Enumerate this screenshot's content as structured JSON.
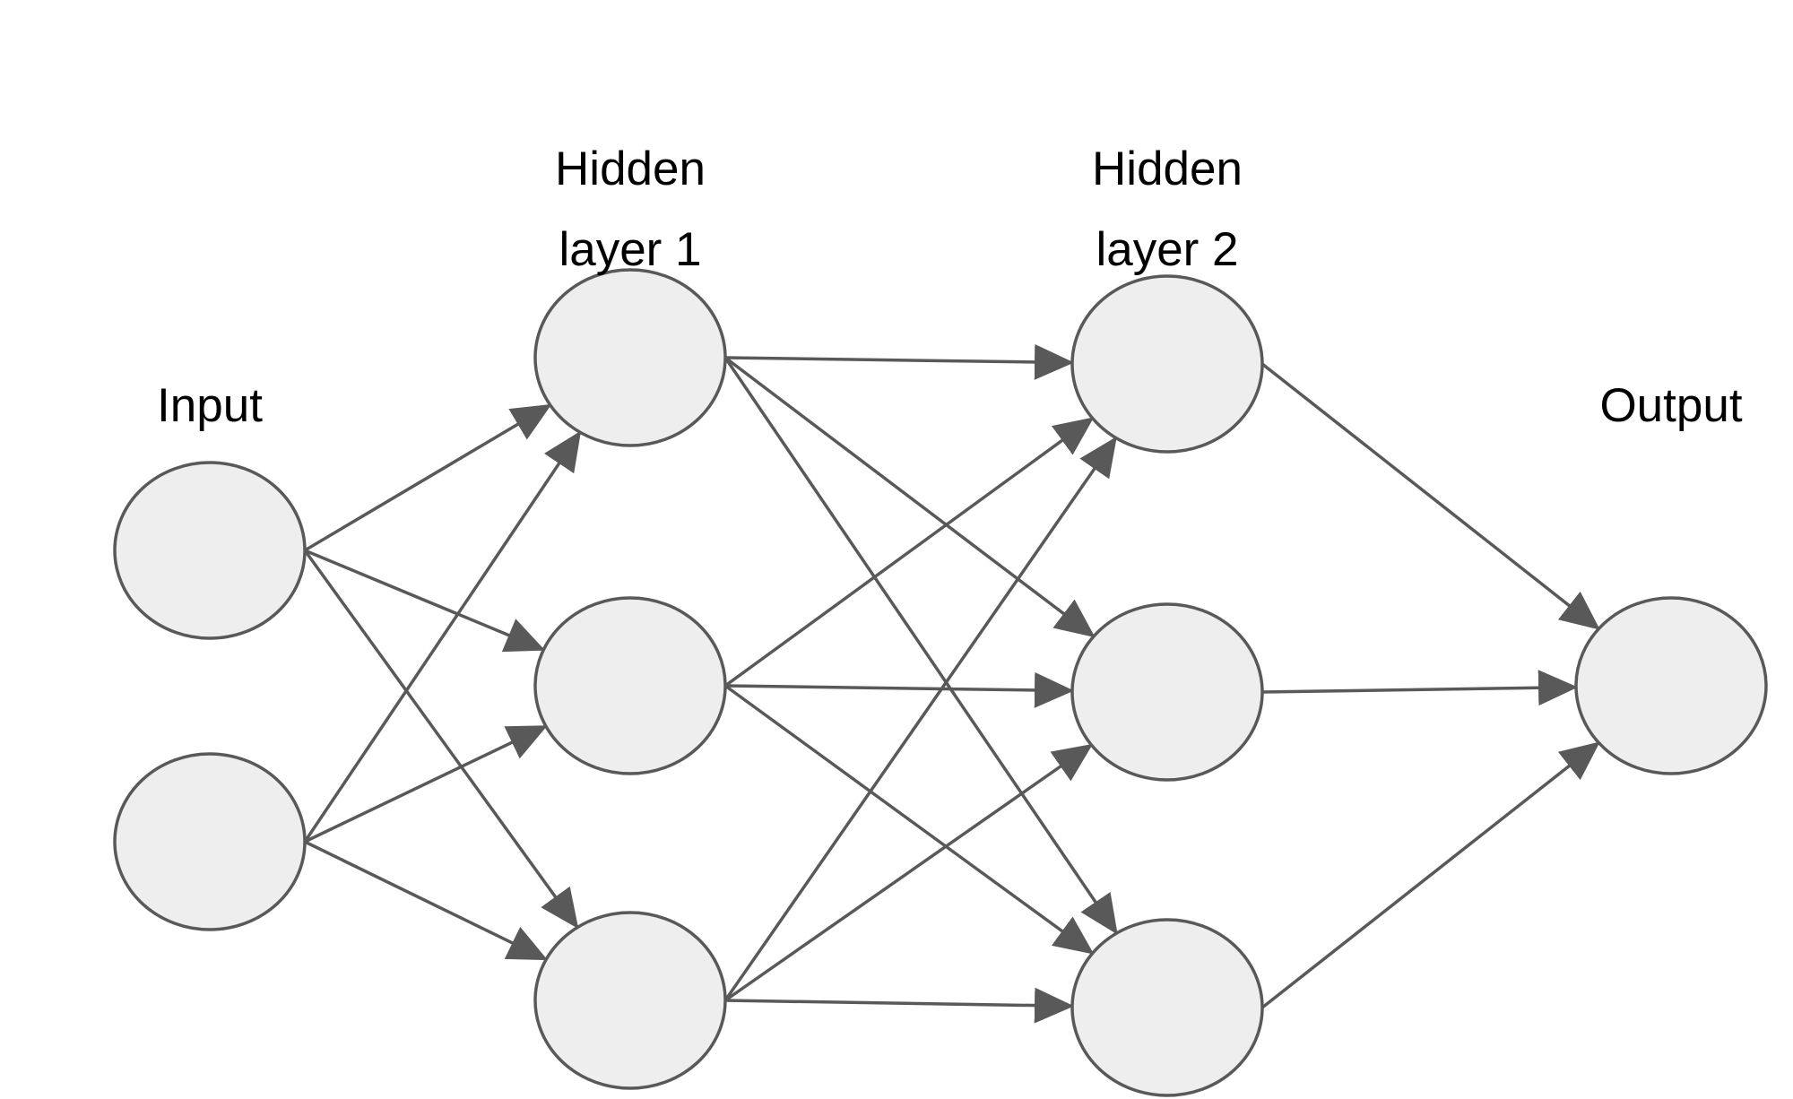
{
  "diagram": {
    "type": "neural-network",
    "colors": {
      "node_fill": "#eeeeee",
      "stroke": "#595959",
      "text": "#000000",
      "background": "#ffffff"
    },
    "layers": [
      {
        "id": "input",
        "label_lines": [
          "Input"
        ],
        "node_count": 2
      },
      {
        "id": "hidden1",
        "label_lines": [
          "Hidden",
          "layer 1"
        ],
        "node_count": 3
      },
      {
        "id": "hidden2",
        "label_lines": [
          "Hidden",
          "layer 2"
        ],
        "node_count": 3
      },
      {
        "id": "output",
        "label_lines": [
          "Output"
        ],
        "node_count": 1
      }
    ],
    "connectivity": "fully-connected",
    "edge_style": "directed-arrow"
  }
}
